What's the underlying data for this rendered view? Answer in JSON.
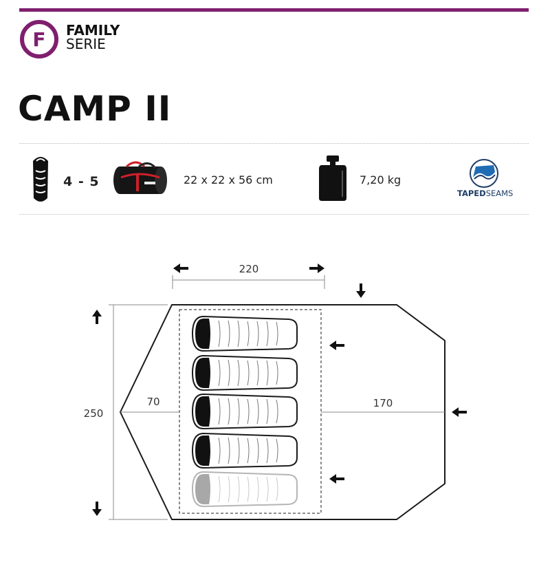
{
  "brand": {
    "logo_letter": "F",
    "serie_line1": "FAMILY",
    "serie_line2": "SERIE",
    "accent_color": "#7f1f6e"
  },
  "product": {
    "name": "CAMP II"
  },
  "specs": {
    "persons": "4 - 5",
    "pack_size": "22 x 22 x 56 cm",
    "weight": "7,20 kg",
    "feature_bold": "TAPED",
    "feature_rest": "SEAMS"
  },
  "icons": {
    "persons": "sleeping-bag-icon",
    "pack_size": "carry-bag-icon",
    "weight": "weight-icon",
    "feature": "taped-seams-icon"
  },
  "floorplan": {
    "inner_length": "220",
    "total_width": "250",
    "front_depth": "70",
    "vestibule_depth": "170",
    "sleeping_bags_solid": 4,
    "sleeping_bags_optional": 1
  }
}
